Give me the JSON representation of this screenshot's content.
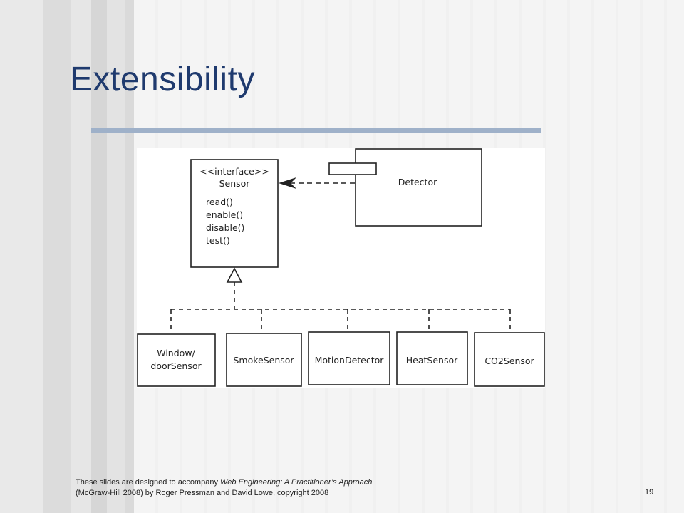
{
  "slide": {
    "title": "Extensibility",
    "page_number": "19"
  },
  "footer": {
    "line1_prefix": "These  slides are  designed to accompany ",
    "line1_italic": "Web Engineering:  A Practitioner’s Approach",
    "line2": "(McGraw-Hill  2008) by Roger Pressman and David Lowe, copyright 2008"
  },
  "diagram": {
    "interface": {
      "stereotype": "<<interface>>",
      "name": "Sensor",
      "methods": [
        "read()",
        "enable()",
        "disable()",
        "test()"
      ]
    },
    "detector": {
      "name": "Detector"
    },
    "implementations": [
      {
        "line1": "Window/",
        "line2": "doorSensor"
      },
      {
        "line1": "SmokeSensor",
        "line2": ""
      },
      {
        "line1": "MotionDetector",
        "line2": ""
      },
      {
        "line1": "HeatSensor",
        "line2": ""
      },
      {
        "line1": "CO2Sensor",
        "line2": ""
      }
    ]
  }
}
